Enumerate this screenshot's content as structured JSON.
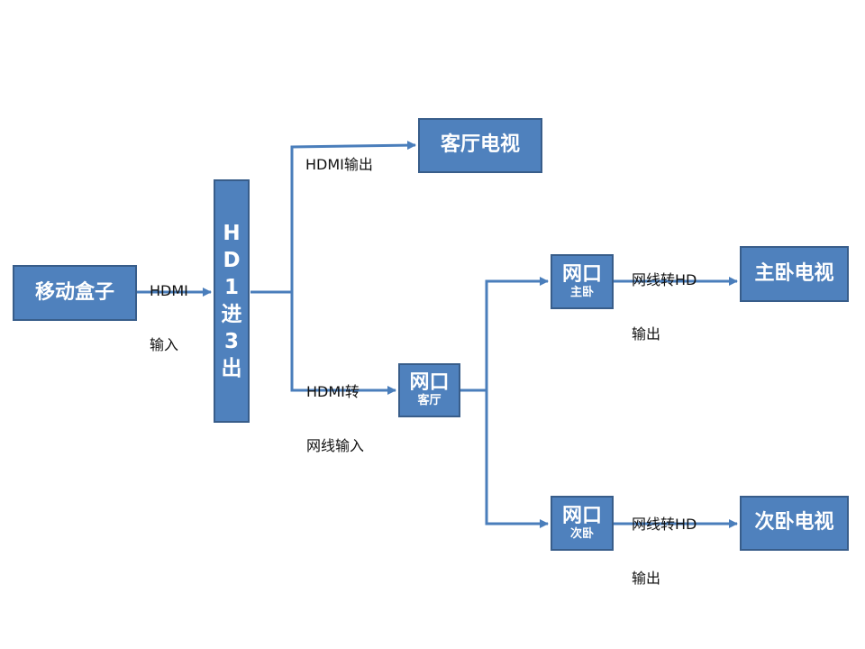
{
  "colors": {
    "box_fill": "#4f81bd",
    "box_border": "#385d8a",
    "line": "#4a7ebb",
    "text": "#ffffff"
  },
  "nodes": {
    "source": {
      "label": "移动盒子"
    },
    "splitter": {
      "chars": [
        "H",
        "D",
        "1",
        "进",
        "3",
        "出"
      ]
    },
    "tv_living": {
      "label": "客厅电视"
    },
    "port_living": {
      "label": "网口",
      "sub": "客厅"
    },
    "port_master": {
      "label": "网口",
      "sub": "主卧"
    },
    "port_second": {
      "label": "网口",
      "sub": "次卧"
    },
    "tv_master": {
      "label": "主卧电视"
    },
    "tv_second": {
      "label": "次卧电视"
    }
  },
  "edge_labels": {
    "hdmi_in": {
      "line1": "HDMI",
      "line2": "输入"
    },
    "hdmi_out": {
      "line1": "HDMI输出"
    },
    "hdmi_to_net": {
      "line1": "HDMI转",
      "line2": "网线输入"
    },
    "net_to_hd_master": {
      "line1": "网线转HD",
      "line2": "输出"
    },
    "net_to_hd_second": {
      "line1": "网线转HD",
      "line2": "输出"
    }
  }
}
